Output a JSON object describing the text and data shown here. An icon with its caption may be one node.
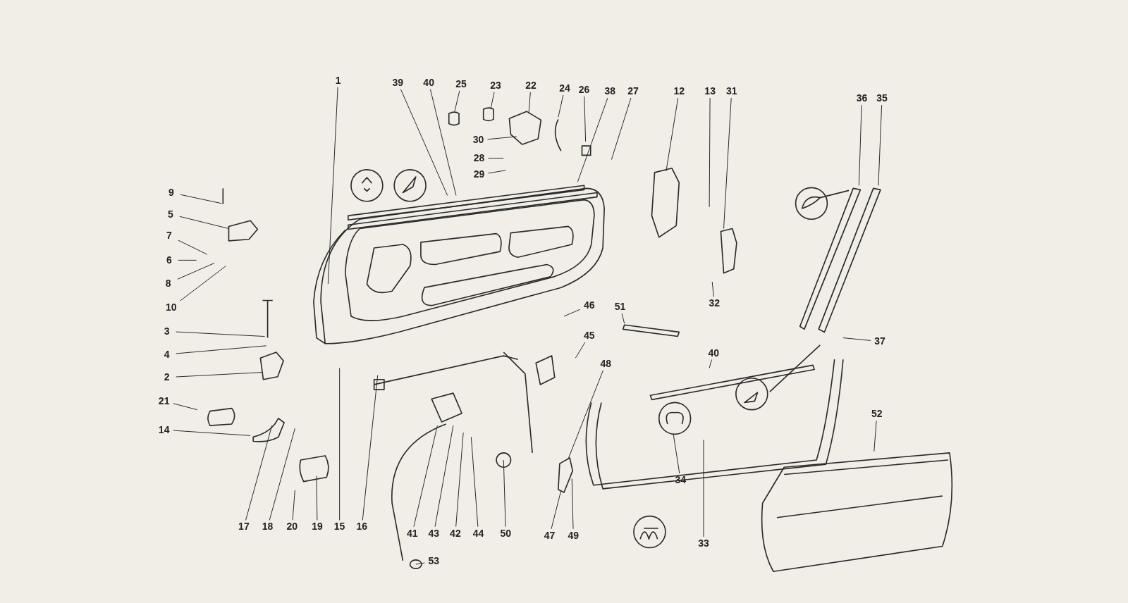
{
  "diagram": {
    "nodes": [
      {
        "text": [
          "1"
        ]
      },
      {
        "text": [
          "39"
        ]
      },
      {
        "text": [
          "40"
        ]
      },
      {
        "text": [
          "25"
        ]
      },
      {
        "text": [
          "23"
        ]
      },
      {
        "text": [
          "22"
        ]
      },
      {
        "text": [
          "24"
        ]
      },
      {
        "text": [
          "26"
        ]
      },
      {
        "text": [
          "38"
        ]
      },
      {
        "text": [
          "27"
        ]
      },
      {
        "text": [
          "12"
        ]
      },
      {
        "text": [
          "13"
        ]
      },
      {
        "text": [
          "31"
        ]
      },
      {
        "text": [
          "36"
        ]
      },
      {
        "text": [
          "35"
        ]
      },
      {
        "text": [
          "9"
        ]
      },
      {
        "text": [
          "5"
        ]
      },
      {
        "text": [
          "7"
        ]
      },
      {
        "text": [
          "6"
        ]
      },
      {
        "text": [
          "8"
        ]
      },
      {
        "text": [
          "10"
        ]
      },
      {
        "text": [
          "30"
        ]
      },
      {
        "text": [
          "28"
        ]
      },
      {
        "text": [
          "29"
        ]
      },
      {
        "text": [
          "32"
        ]
      },
      {
        "text": [
          "3"
        ]
      },
      {
        "text": [
          "4"
        ]
      },
      {
        "text": [
          "2"
        ]
      },
      {
        "text": [
          "46"
        ]
      },
      {
        "text": [
          "45"
        ]
      },
      {
        "text": [
          "51"
        ]
      },
      {
        "text": [
          "37"
        ]
      },
      {
        "text": [
          "40"
        ]
      },
      {
        "text": [
          "48"
        ]
      },
      {
        "text": [
          "21"
        ]
      },
      {
        "text": [
          "14"
        ]
      },
      {
        "text": [
          "52"
        ]
      },
      {
        "text": [
          "34"
        ]
      },
      {
        "text": [
          "17"
        ]
      },
      {
        "text": [
          "18"
        ]
      },
      {
        "text": [
          "20"
        ]
      },
      {
        "text": [
          "19"
        ]
      },
      {
        "text": [
          "15"
        ]
      },
      {
        "text": [
          "16"
        ]
      },
      {
        "text": [
          "41"
        ]
      },
      {
        "text": [
          "43"
        ]
      },
      {
        "text": [
          "42"
        ]
      },
      {
        "text": [
          "44"
        ]
      },
      {
        "text": [
          "50"
        ]
      },
      {
        "text": [
          "47"
        ]
      },
      {
        "text": [
          "49"
        ]
      },
      {
        "text": [
          "33"
        ]
      },
      {
        "text": [
          "53"
        ]
      }
    ],
    "edges": [
      {
        "from": 0,
        "to": null,
        "arrow": "none"
      },
      {
        "from": 1,
        "to": null,
        "arrow": "none"
      },
      {
        "from": 2,
        "to": null,
        "arrow": "none"
      },
      {
        "from": 3,
        "to": null,
        "arrow": "none"
      },
      {
        "from": 4,
        "to": null,
        "arrow": "none"
      },
      {
        "from": 5,
        "to": null,
        "arrow": "none"
      },
      {
        "from": 6,
        "to": null,
        "arrow": "none"
      },
      {
        "from": 7,
        "to": null,
        "arrow": "none"
      },
      {
        "from": 8,
        "to": null,
        "arrow": "none"
      },
      {
        "from": 9,
        "to": null,
        "arrow": "none"
      },
      {
        "from": 10,
        "to": null,
        "arrow": "none"
      },
      {
        "from": 11,
        "to": null,
        "arrow": "none"
      },
      {
        "from": 12,
        "to": null,
        "arrow": "none"
      },
      {
        "from": 13,
        "to": null,
        "arrow": "none"
      },
      {
        "from": 14,
        "to": null,
        "arrow": "none"
      },
      {
        "from": 15,
        "to": null,
        "arrow": "none"
      },
      {
        "from": 16,
        "to": null,
        "arrow": "none"
      },
      {
        "from": 17,
        "to": null,
        "arrow": "none"
      },
      {
        "from": 18,
        "to": null,
        "arrow": "none"
      },
      {
        "from": 19,
        "to": null,
        "arrow": "none"
      },
      {
        "from": 20,
        "to": null,
        "arrow": "none"
      },
      {
        "from": 21,
        "to": null,
        "arrow": "none"
      },
      {
        "from": 22,
        "to": null,
        "arrow": "none"
      },
      {
        "from": 23,
        "to": null,
        "arrow": "none"
      },
      {
        "from": 24,
        "to": null,
        "arrow": "none"
      },
      {
        "from": 25,
        "to": null,
        "arrow": "none"
      },
      {
        "from": 26,
        "to": null,
        "arrow": "none"
      },
      {
        "from": 27,
        "to": null,
        "arrow": "none"
      },
      {
        "from": 28,
        "to": null,
        "arrow": "none"
      },
      {
        "from": 29,
        "to": null,
        "arrow": "none"
      },
      {
        "from": 30,
        "to": null,
        "arrow": "none"
      },
      {
        "from": 31,
        "to": null,
        "arrow": "none"
      },
      {
        "from": 32,
        "to": null,
        "arrow": "none"
      },
      {
        "from": 33,
        "to": null,
        "arrow": "none"
      },
      {
        "from": 34,
        "to": null,
        "arrow": "none"
      },
      {
        "from": 35,
        "to": null,
        "arrow": "none"
      },
      {
        "from": 36,
        "to": null,
        "arrow": "none"
      },
      {
        "from": 37,
        "to": null,
        "arrow": "none"
      },
      {
        "from": 38,
        "to": null,
        "arrow": "none"
      },
      {
        "from": 39,
        "to": null,
        "arrow": "none"
      },
      {
        "from": 40,
        "to": null,
        "arrow": "none"
      },
      {
        "from": 41,
        "to": null,
        "arrow": "none"
      },
      {
        "from": 42,
        "to": null,
        "arrow": "none"
      },
      {
        "from": 43,
        "to": null,
        "arrow": "none"
      },
      {
        "from": 44,
        "to": null,
        "arrow": "none"
      },
      {
        "from": 45,
        "to": null,
        "arrow": "none"
      },
      {
        "from": 46,
        "to": null,
        "arrow": "none"
      },
      {
        "from": 47,
        "to": null,
        "arrow": "none"
      },
      {
        "from": 48,
        "to": null,
        "arrow": "none"
      },
      {
        "from": 49,
        "to": null,
        "arrow": "none"
      },
      {
        "from": 50,
        "to": null,
        "arrow": "none"
      },
      {
        "from": 51,
        "to": null,
        "arrow": "none"
      },
      {
        "from": 52,
        "to": null,
        "arrow": "none"
      }
    ]
  }
}
